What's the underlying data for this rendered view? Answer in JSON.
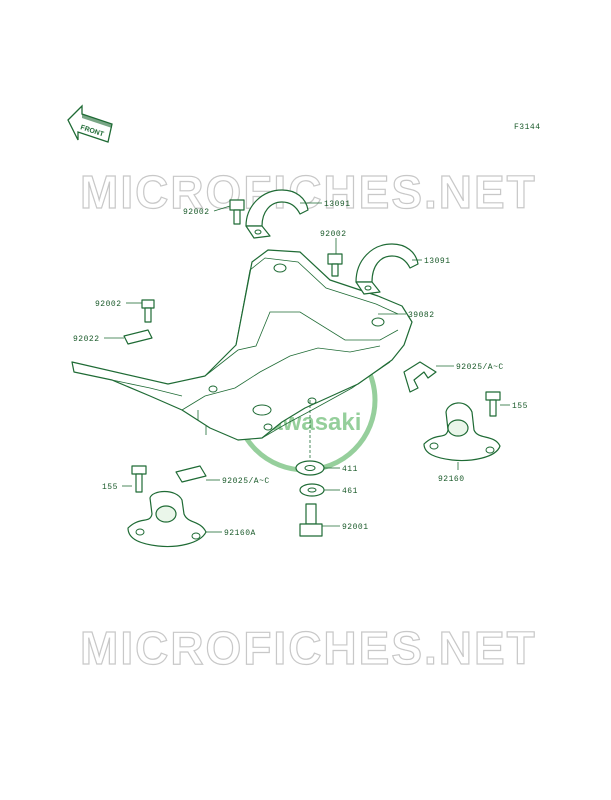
{
  "sheet_code": "F3144",
  "front_arrow_text": "FRONT",
  "watermark_text": "MICROFICHES.NET",
  "logo_text": "Kawasaki",
  "colors": {
    "line": "#1f6b35",
    "label": "#1a5a2a",
    "watermark_outline": "#c8c8c8",
    "logo": "#3fa84a"
  },
  "labels": {
    "p92002_a": "92002",
    "p13091_a": "13091",
    "p92002_b": "92002",
    "p13091_b": "13091",
    "p39082": "39082",
    "p92002_c": "92002",
    "p92022": "92022",
    "p92025_r": "92025/A~C",
    "p155_r": "155",
    "p411": "411",
    "p92160": "92160",
    "p461": "461",
    "p92025_l": "92025/A~C",
    "p155_l": "155",
    "p92001": "92001",
    "p92160A": "92160A"
  }
}
